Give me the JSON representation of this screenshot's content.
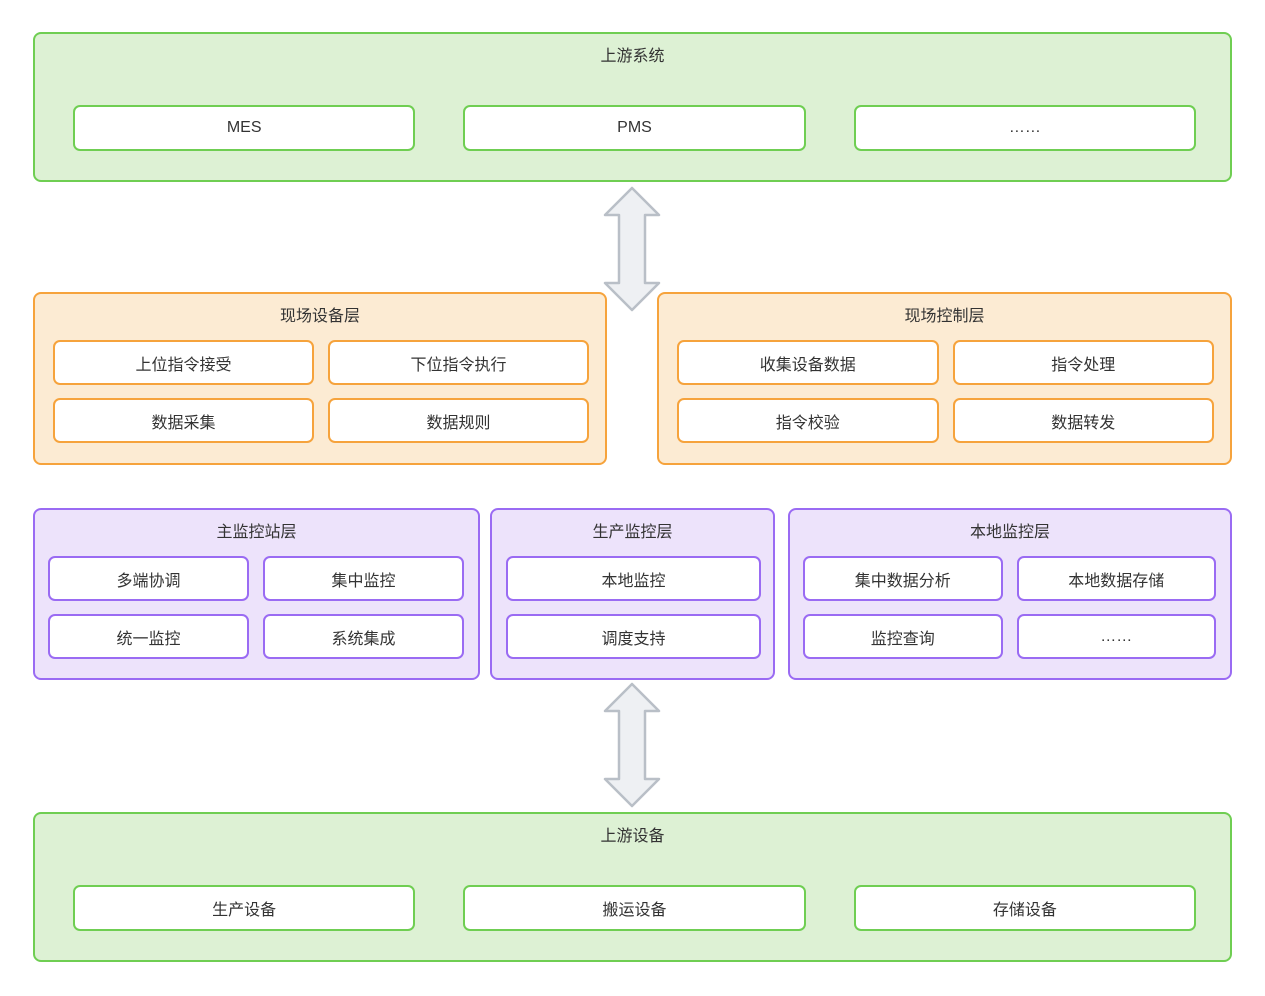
{
  "diagram": {
    "background": "#ffffff",
    "text_color": "#333333",
    "palette": {
      "green_border": "#6fce52",
      "green_fill": "#ddf1d4",
      "orange_border": "#f6a33c",
      "orange_fill": "#fcebd3",
      "purple_border": "#9a6bf3",
      "purple_fill": "#ede3fb",
      "arrow_fill": "#eef0f3",
      "arrow_border": "#b9bfc7"
    },
    "layers": {
      "upstream_system": {
        "title": "上游系统",
        "items": [
          "MES",
          "PMS",
          "……"
        ]
      },
      "field_device": {
        "title": "现场设备层",
        "items": [
          "上位指令接受",
          "下位指令执行",
          "数据采集",
          "数据规则"
        ]
      },
      "field_control": {
        "title": "现场控制层",
        "items": [
          "收集设备数据",
          "指令处理",
          "指令校验",
          "数据转发"
        ]
      },
      "main_monitor": {
        "title": "主监控站层",
        "items": [
          "多端协调",
          "集中监控",
          "统一监控",
          "系统集成"
        ]
      },
      "production_monitor": {
        "title": "生产监控层",
        "items": [
          "本地监控",
          "调度支持"
        ]
      },
      "local_monitor": {
        "title": "本地监控层",
        "items": [
          "集中数据分析",
          "本地数据存储",
          "监控查询",
          "……"
        ]
      },
      "upstream_device": {
        "title": "上游设备",
        "items": [
          "生产设备",
          "搬运设备",
          "存储设备"
        ]
      }
    }
  }
}
